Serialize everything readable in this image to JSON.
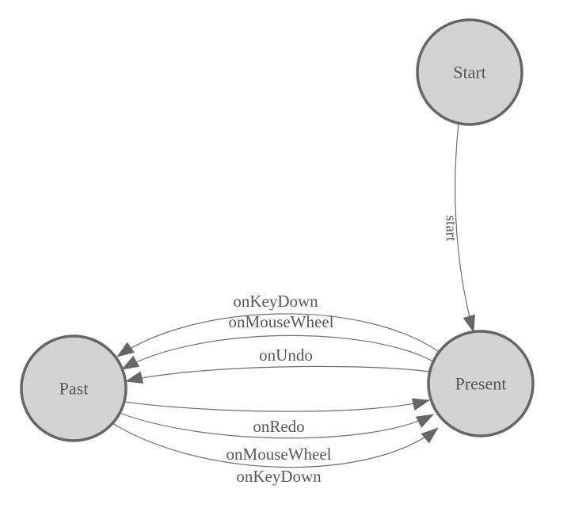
{
  "diagram": {
    "kind": "state-machine-diagram",
    "background": "#ffffff"
  },
  "colors": {
    "node_fill": "#d3d3d3",
    "node_stroke": "#666666",
    "edge_stroke": "#707070",
    "arrow_fill": "#666666",
    "node_text": "#575757",
    "edge_text": "#575757"
  },
  "nodes": [
    {
      "id": "start",
      "label": "Start"
    },
    {
      "id": "present",
      "label": "Present"
    },
    {
      "id": "past",
      "label": "Past"
    }
  ],
  "edges": [
    {
      "from": "start",
      "to": "present",
      "label": "start"
    },
    {
      "from": "present",
      "to": "past",
      "label": "onKeyDown"
    },
    {
      "from": "present",
      "to": "past",
      "label": "onMouseWheel"
    },
    {
      "from": "present",
      "to": "past",
      "label": "onUndo"
    },
    {
      "from": "past",
      "to": "present",
      "label": "onRedo"
    },
    {
      "from": "past",
      "to": "present",
      "label": "onMouseWheel"
    },
    {
      "from": "past",
      "to": "present",
      "label": "onKeyDown"
    }
  ]
}
